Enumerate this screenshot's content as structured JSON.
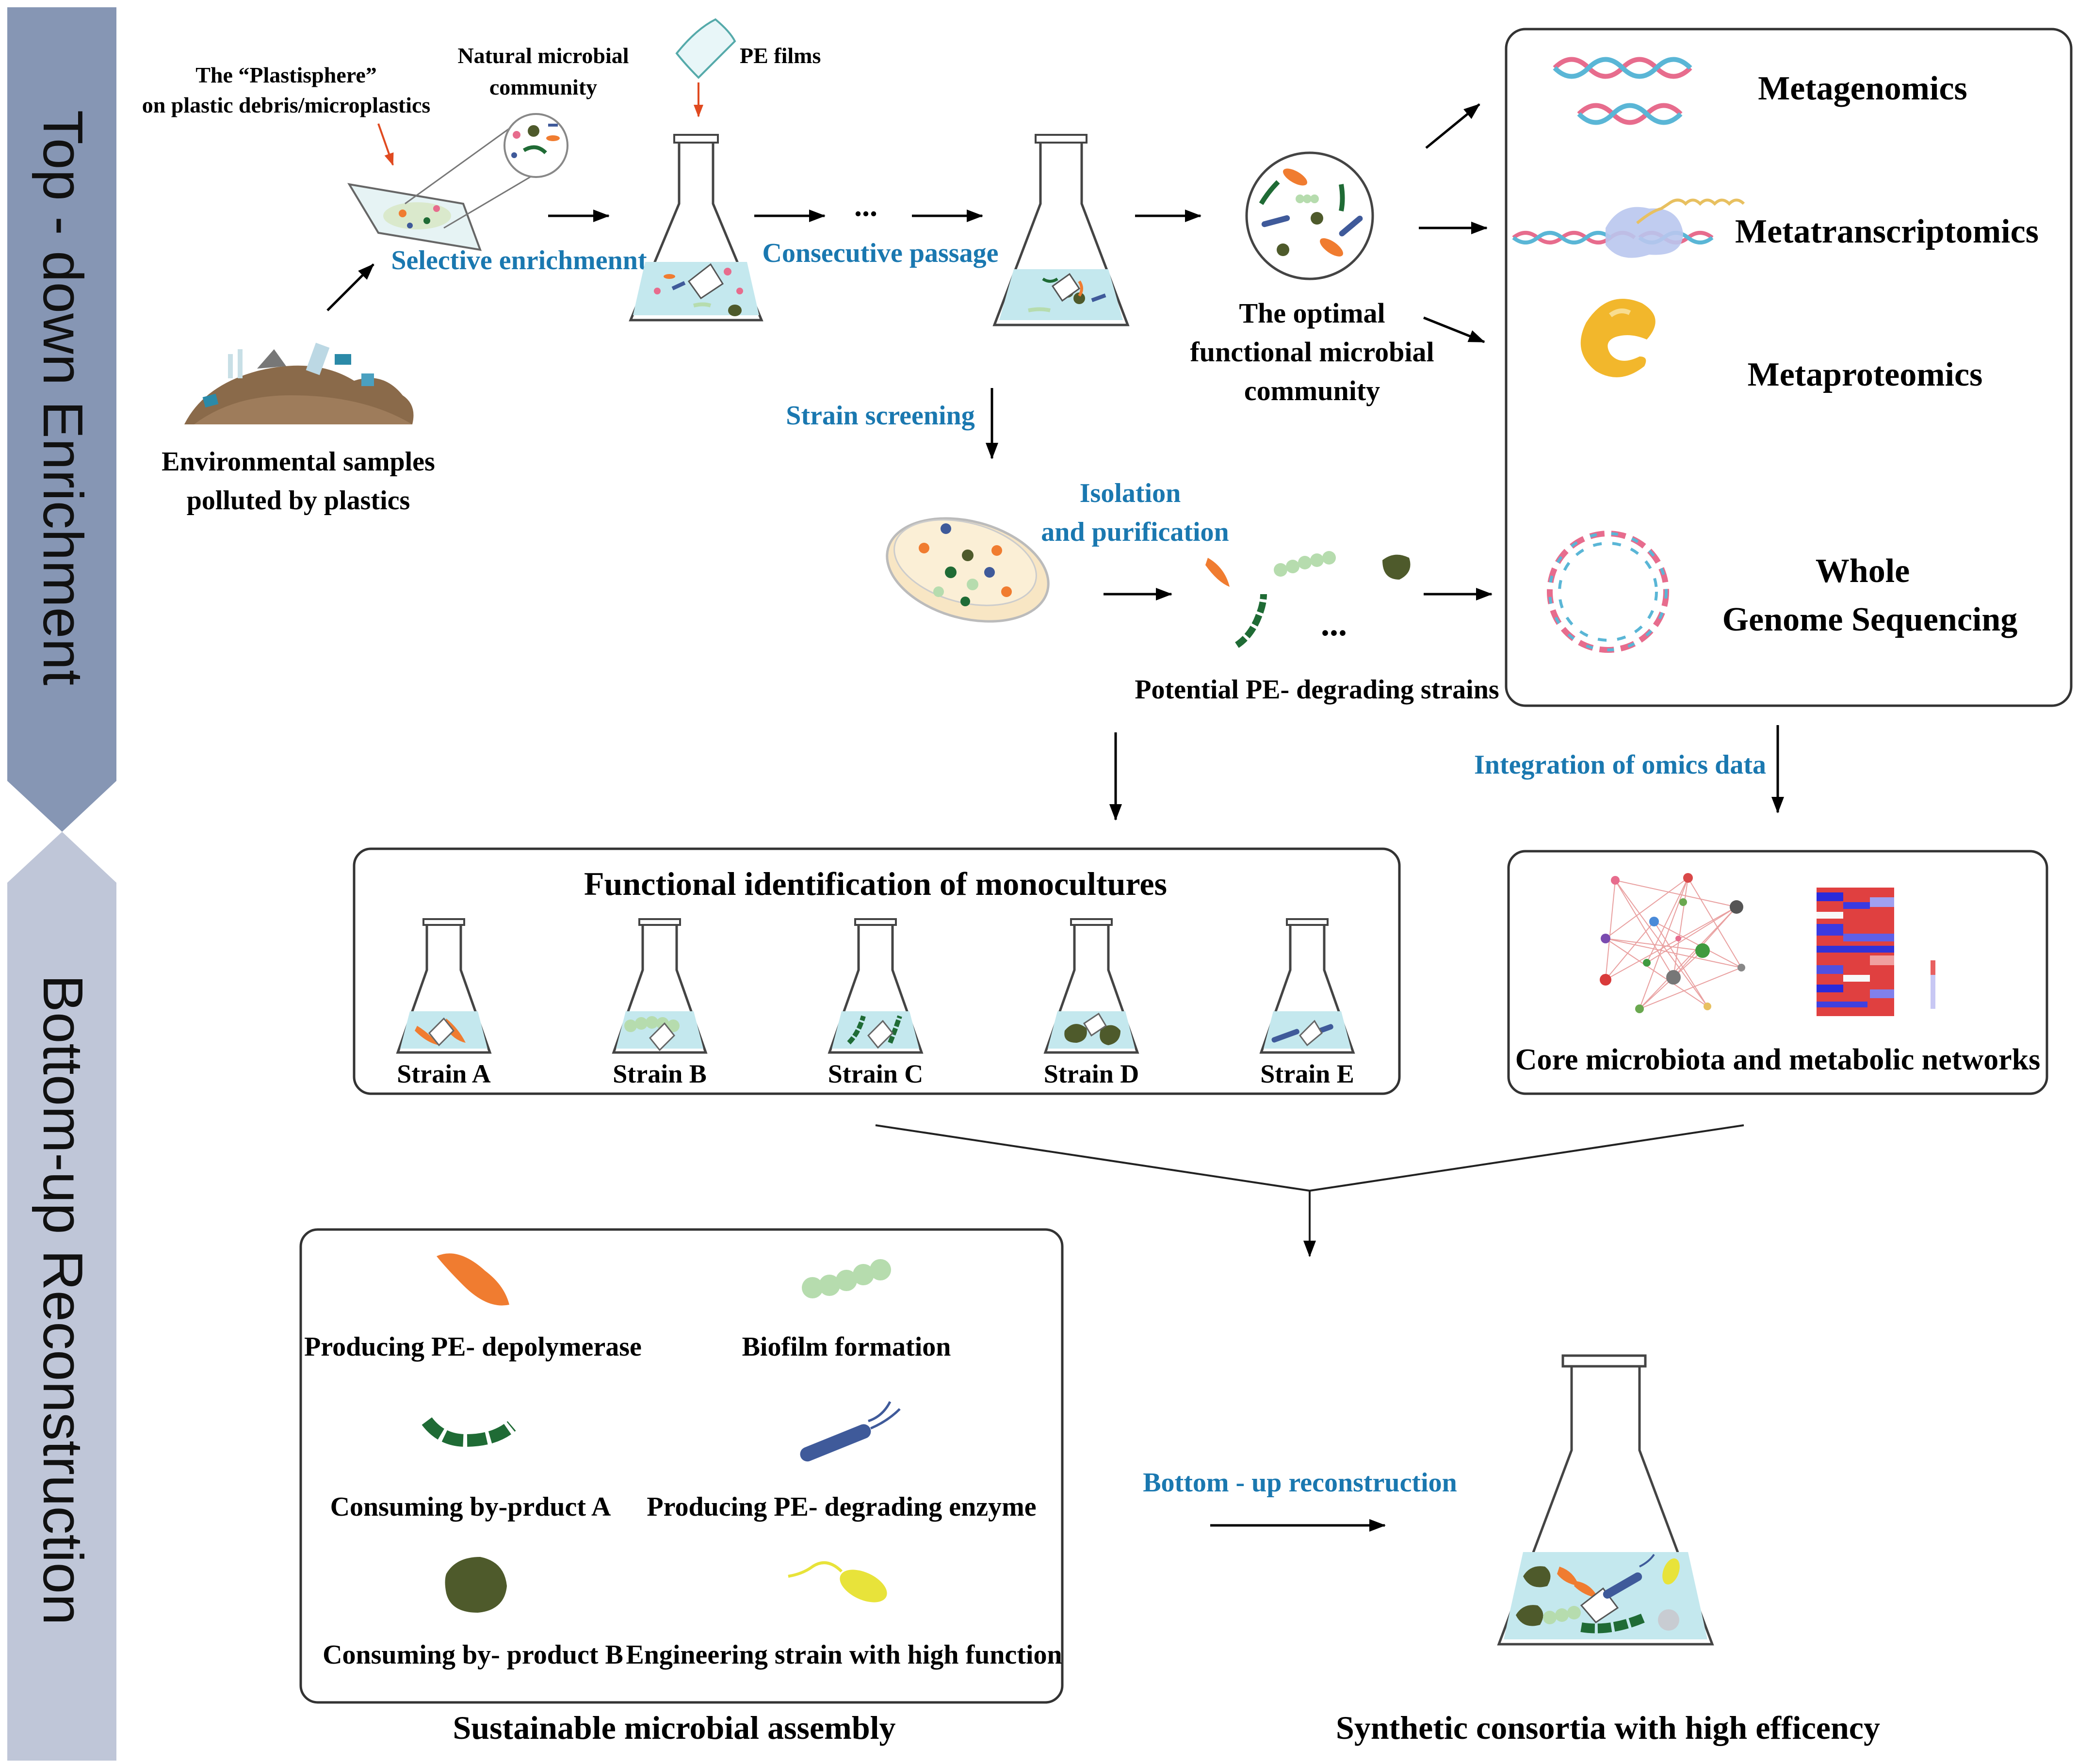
{
  "colors": {
    "top_band": "#8696b4",
    "bottom_band": "#bfc6d8",
    "blue_text": "#1a78b0",
    "liquid": "#c4e8ee",
    "orange": "#f07c30",
    "lightgreen": "#b6dcae",
    "darkgreen": "#1f6b35",
    "olive": "#4e5a2b",
    "navy": "#3f5a9a",
    "yellow": "#e8e33a",
    "pink": "#e76c8d"
  },
  "sidebar": {
    "top_label": "Top - down Enrichment",
    "bottom_label": "Bottom-up Reconstruction"
  },
  "top": {
    "plastisphere_1": "The “Plastisphere”",
    "plastisphere_2": "on plastic debris/microplastics",
    "natural_1": "Natural microbial",
    "natural_2": "community",
    "pe_films": "PE films",
    "selective_enrichment": "Selective enrichmennt",
    "consecutive_passage": "Consecutive passage",
    "ellipsis": "...",
    "env_1": "Environmental samples",
    "env_2": "polluted by plastics",
    "optimal_1": "The optimal",
    "optimal_2": "functional microbial",
    "optimal_3": "community",
    "strain_screening": "Strain screening",
    "isolation_1": "Isolation",
    "isolation_2": "and purification",
    "potential_strains": "Potential PE- degrading strains"
  },
  "omics": {
    "metagenomics": "Metagenomics",
    "metatranscriptomics": "Metatranscriptomics",
    "metaproteomics": "Metaproteomics",
    "wgs_1": "Whole",
    "wgs_2": "Genome Sequencing",
    "integration": "Integration of omics data"
  },
  "monocultures": {
    "title": "Functional identification of monocultures",
    "strains": [
      "Strain A",
      "Strain B",
      "Strain C",
      "Strain D",
      "Strain E"
    ]
  },
  "core": {
    "label": "Core microbiota and metabolic networks"
  },
  "assembly": {
    "items": [
      "Producing PE- depolymerase",
      "Biofilm formation",
      "Consuming by-prduct A",
      "Producing  PE- degrading enzyme",
      "Consuming by- product B",
      "Engineering strain with high function"
    ],
    "caption": "Sustainable microbial assembly"
  },
  "bottom": {
    "reconstruction": "Bottom - up reconstruction",
    "caption": "Synthetic consortia with high efficency"
  }
}
